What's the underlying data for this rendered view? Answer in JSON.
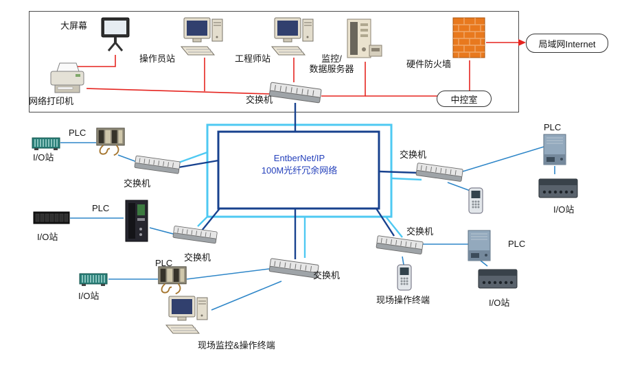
{
  "colors": {
    "red_line": "#e5241f",
    "device_line_blue": "#2e86c8",
    "ring_outer_cyan": "#4ec9f2",
    "ring_inner_navy": "#17418e",
    "firewall_orange": "#e8791e"
  },
  "control_room": {
    "label": "中控室"
  },
  "internet": {
    "label": "局域网Internet"
  },
  "top_section": {
    "big_screen": "大屏幕",
    "operator_station": "操作员站",
    "engineer_station": "工程师站",
    "server_line1": "监控/",
    "server_line2": "数据服务器",
    "firewall": "硬件防火墙",
    "printer": "网络打印机"
  },
  "ring": {
    "line1": "EntberNet/IP",
    "line2": "100M光纤冗余网络"
  },
  "labels": {
    "switch": "交换机",
    "plc": "PLC",
    "io_station": "I/O站",
    "field_terminal": "现场操作终端",
    "field_monitor_terminal": "现场监控&操作终端"
  }
}
